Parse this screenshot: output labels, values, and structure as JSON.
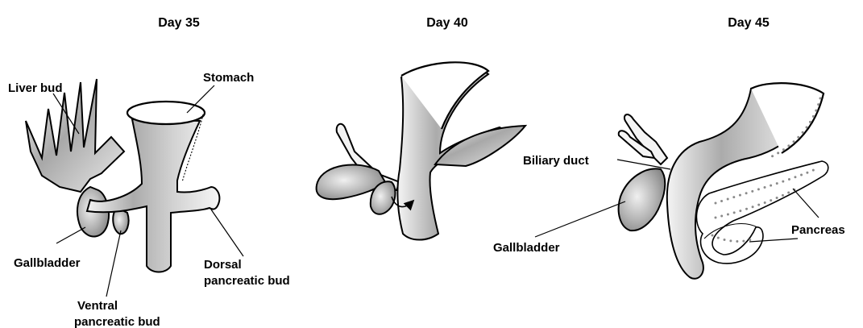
{
  "panels": [
    {
      "title": "Day 35",
      "labels": {
        "liver_bud": "Liver bud",
        "stomach": "Stomach",
        "gallbladder": "Gallbladder",
        "ventral_line1": "Ventral",
        "ventral_line2": "pancreatic bud",
        "dorsal_line1": "Dorsal",
        "dorsal_line2": "pancreatic bud"
      }
    },
    {
      "title": "Day 40"
    },
    {
      "title": "Day 45",
      "labels": {
        "biliary_duct": "Biliary duct",
        "gallbladder": "Gallbladder",
        "pancreas": "Pancreas"
      }
    }
  ],
  "colors": {
    "organ_light": "#f2f2f2",
    "organ_dark": "#8c8c8c",
    "outline": "#000000",
    "pancreas_dots": "#8a8a8a"
  }
}
